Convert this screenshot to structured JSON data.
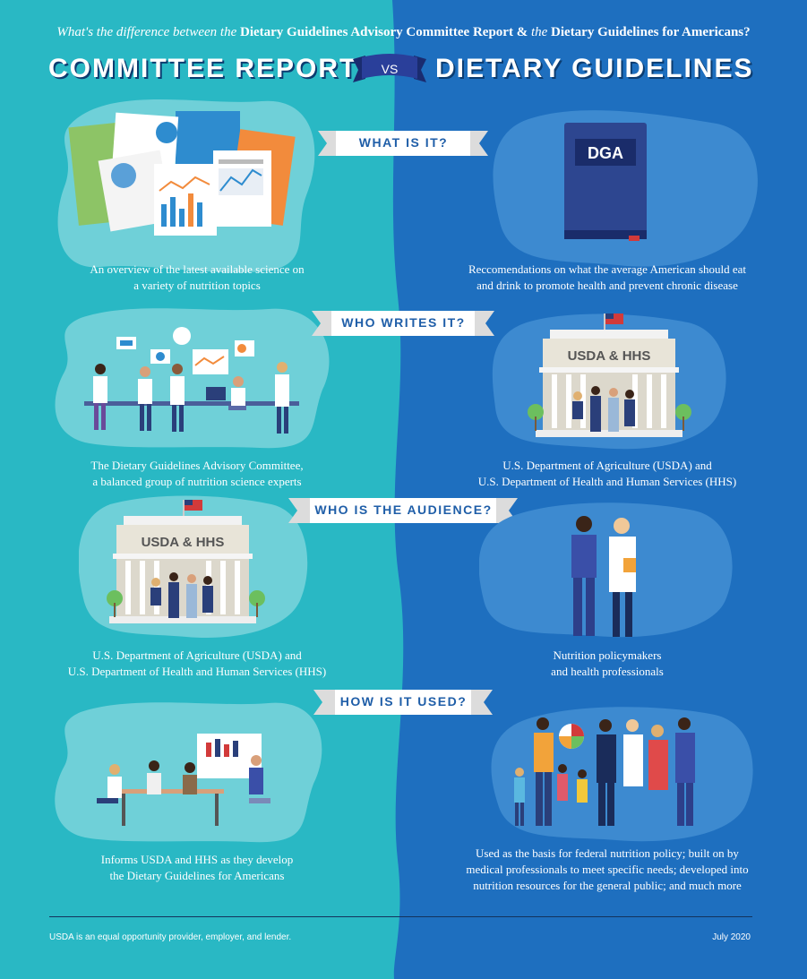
{
  "header": {
    "subtitle_a": "What's the difference between the",
    "subtitle_b": "Dietary Guidelines Advisory Committee Report",
    "subtitle_c": "&",
    "subtitle_d": "the",
    "subtitle_e": "Dietary Guidelines for Americans?",
    "left_title": "COMMITTEE REPORT",
    "vs": "VS",
    "right_title": "DIETARY GUIDELINES"
  },
  "sections": [
    {
      "question": "WHAT IS IT?",
      "left_caption": [
        "An overview of the latest available science on",
        "a variety of nutrition topics"
      ],
      "right_caption": [
        "Reccomendations on what the average American should eat",
        "and drink to promote health and prevent chronic disease"
      ],
      "right_book_label": "DGA"
    },
    {
      "question": "WHO WRITES IT?",
      "left_caption": [
        "The Dietary Guidelines Advisory Committee,",
        "a balanced group of nutrition science experts"
      ],
      "right_caption": [
        "U.S. Department of Agriculture (USDA) and",
        "U.S. Department of Health and Human Services (HHS)"
      ],
      "building_label": "USDA & HHS"
    },
    {
      "question": "WHO IS THE AUDIENCE?",
      "left_caption": [
        "U.S. Department of Agriculture (USDA) and",
        "U.S. Department of Health and Human Services (HHS)"
      ],
      "right_caption": [
        "Nutrition policymakers",
        "and health professionals"
      ],
      "building_label": "USDA & HHS"
    },
    {
      "question": "HOW IS IT USED?",
      "left_caption": [
        "Informs USDA and HHS as they develop",
        "the Dietary Guidelines for Americans"
      ],
      "right_caption": [
        "Used as the basis for federal nutrition policy; built on by",
        "medical professionals to meet specific needs; developed into",
        "nutrition resources for the general public; and much more"
      ]
    }
  ],
  "footer": {
    "left": "USDA is an equal opportunity provider, employer, and lender.",
    "right": "July 2020"
  },
  "colors": {
    "left_bg": "#29b8c4",
    "right_bg": "#1e6fbf",
    "blob_left": "#6fd0d8",
    "blob_right": "#3d8ad0",
    "banner_text": "#1f5ea8",
    "navy": "#14325c",
    "vs_ribbon": "#2a3f9a"
  }
}
